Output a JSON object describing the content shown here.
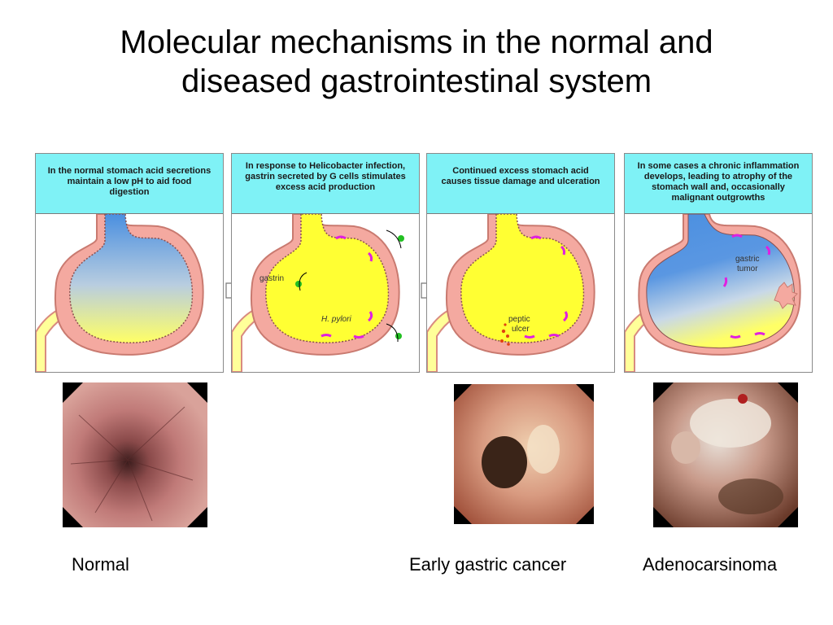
{
  "title": {
    "line1": "Molecular mechanisms in the normal and",
    "line2": "diseased gastrointestinal system"
  },
  "panels": [
    {
      "caption": "In the normal stomach acid secretions maintain a low pH to aid food digestion"
    },
    {
      "caption": "In response to Helicobacter infection, gastrin secreted by G cells stimulates excess acid production",
      "label_gastrin": "gastrin",
      "label_hpylori": "H. pylori"
    },
    {
      "caption": "Continued excess stomach acid causes tissue damage and ulceration",
      "label_ulcer_1": "peptic",
      "label_ulcer_2": "ulcer"
    },
    {
      "caption": "In some cases a chronic inflammation develops, leading to atrophy of the stomach wall and, occasionally malignant outgrowths",
      "label_tumor_1": "gastric",
      "label_tumor_2": "tumor"
    }
  ],
  "captions": {
    "normal": "Normal",
    "early": "Early gastric cancer",
    "adeno": "Adenocarsinoma"
  },
  "colors": {
    "caption_bg": "#7ff2f6",
    "stomach_wall": "#f4a9a0",
    "acid_yellow": "#ffff33",
    "normal_blue": "#4a8fe0",
    "bacteria_magenta": "#e020e0",
    "gastrin_green": "#22c022"
  }
}
